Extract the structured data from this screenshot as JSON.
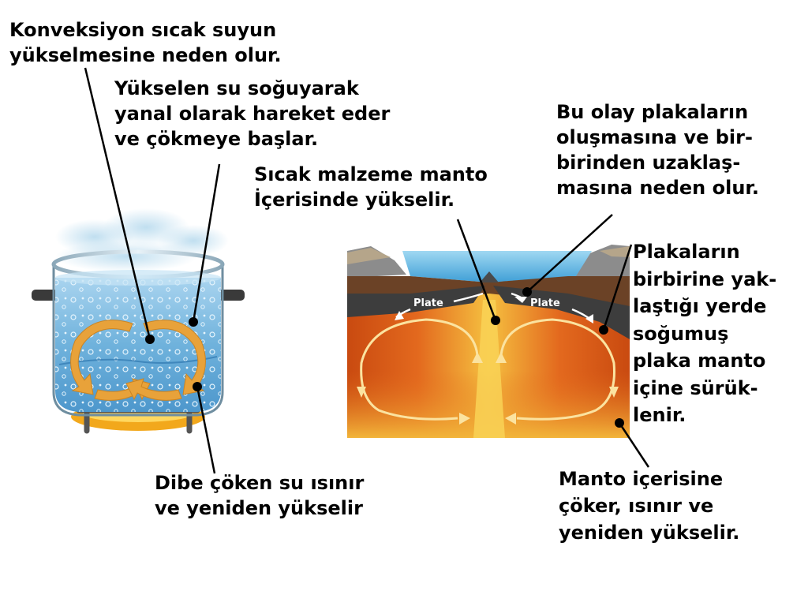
{
  "labels": {
    "convection": [
      "Konveksiyon sıcak suyun",
      "yükselmesine neden olur."
    ],
    "rising_water": [
      "Yükselen su soğuyarak",
      "yanal olarak hareket eder",
      "ve çökmeye başlar."
    ],
    "hot_material": [
      "Sıcak malzeme manto",
      "İçerisinde yükselir."
    ],
    "plate_formation": [
      "Bu olay plakaların",
      "oluşmasına ve bir-",
      "birinden uzaklaş-",
      "masına neden olur."
    ],
    "subduction": [
      "Plakaların",
      "birbirine yak-",
      "laştığı yerde",
      "soğumuş",
      "plaka manto",
      "içine sürük-",
      "lenir."
    ],
    "sinking_water": [
      "Dibe çöken su ısınır",
      "ve yeniden yükselir"
    ],
    "mantle_sinks": [
      "Manto içerisine",
      "çöker, ısınır ve",
      "yeniden yükselir."
    ]
  },
  "plate_labels": [
    "Plate",
    "Plate"
  ],
  "colors": {
    "water": "#6fb2dc",
    "water_dark": "#3f8cc4",
    "mantle_core": "#f0b030",
    "mantle_outer": "#d9561a",
    "plate": "#3d3d3d",
    "ocean": "#5ab8e6",
    "flame": "#f5b020",
    "arrow": "#e8a23a"
  },
  "icons": [
    "pot-of-boiling-water",
    "mantle-cross-section"
  ]
}
